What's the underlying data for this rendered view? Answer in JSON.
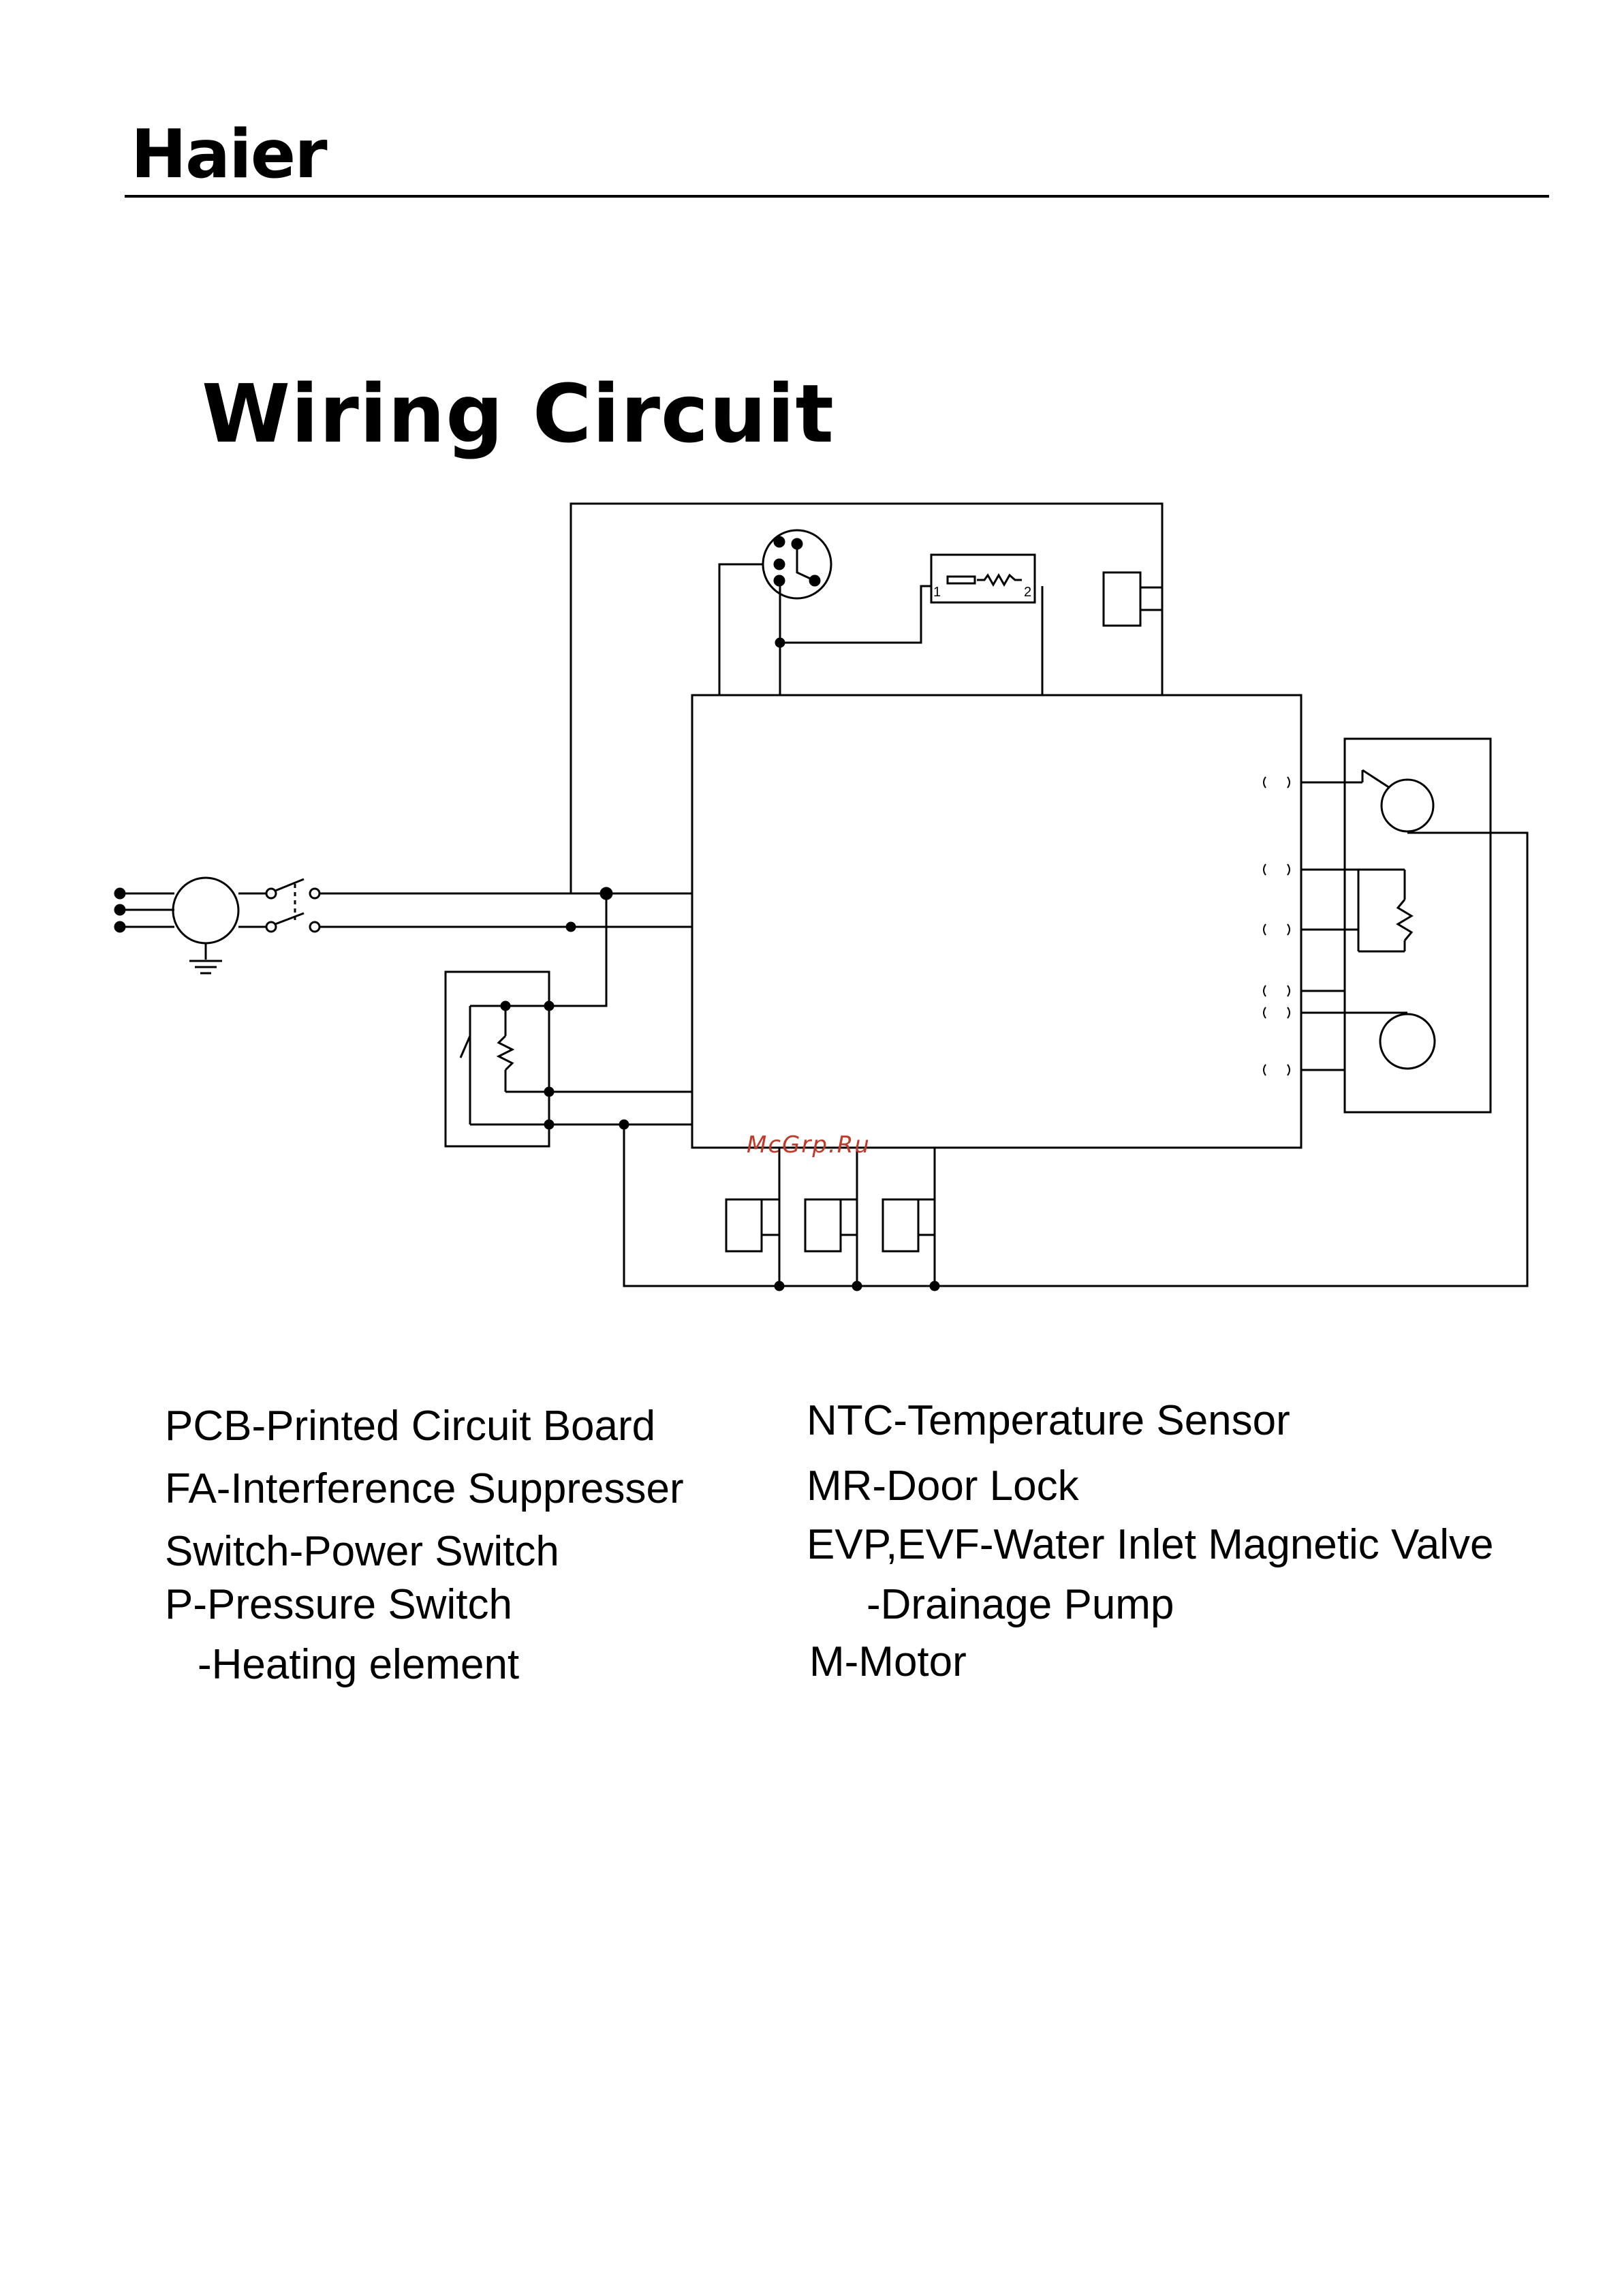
{
  "header": {
    "brand": "Haier"
  },
  "title": "Wiring Circuit",
  "watermark": "McGrp.Ru",
  "pcb_label": "",
  "diagram_labels": {
    "pin1": "1",
    "pin2": "2"
  },
  "legend": {
    "left": [
      "PCB-Printed Circuit Board",
      "FA-Interference Suppresser",
      "Switch-Power Switch",
      "P-Pressure Switch",
      "-Heating element"
    ],
    "right": [
      "NTC-Temperature Sensor",
      "MR-Door Lock",
      "EVP,EVF-Water Inlet Magnetic Valve",
      "-Drainage Pump",
      "M-Motor"
    ]
  }
}
